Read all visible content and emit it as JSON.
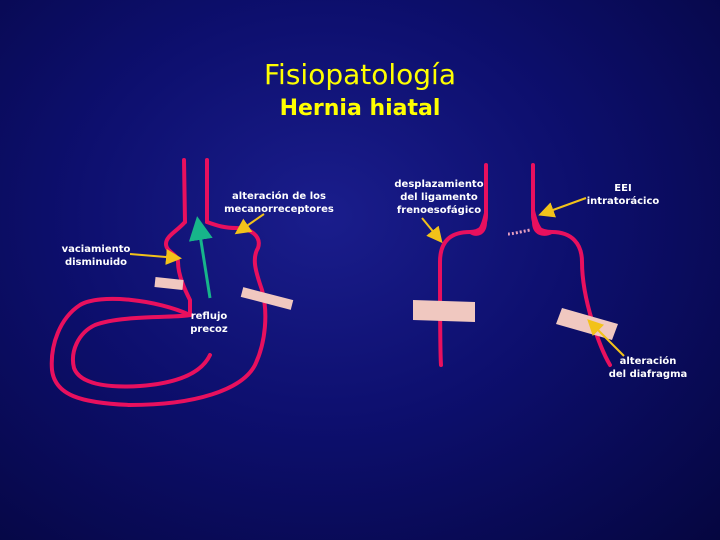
{
  "title": "Fisiopatología",
  "subtitle": "Hernia hiatal",
  "labels": {
    "mecanorreceptores": "alteración de los\nmecanorreceptores",
    "vaciamiento": "vaciamiento\ndisminuido",
    "reflujo": "reflujo\nprecoz",
    "ligamento": "desplazamiento\ndel ligamento\nfrenoesofágico",
    "eei": "EEI\nintratorácico",
    "diafragma": "alteración\ndel diafragma"
  },
  "colors": {
    "organ": "#e8105e",
    "arrow": "#f2c21a",
    "reflux_arrow": "#17b58a",
    "diaphragm": "#f0c8c0",
    "title": "#ffff00"
  }
}
